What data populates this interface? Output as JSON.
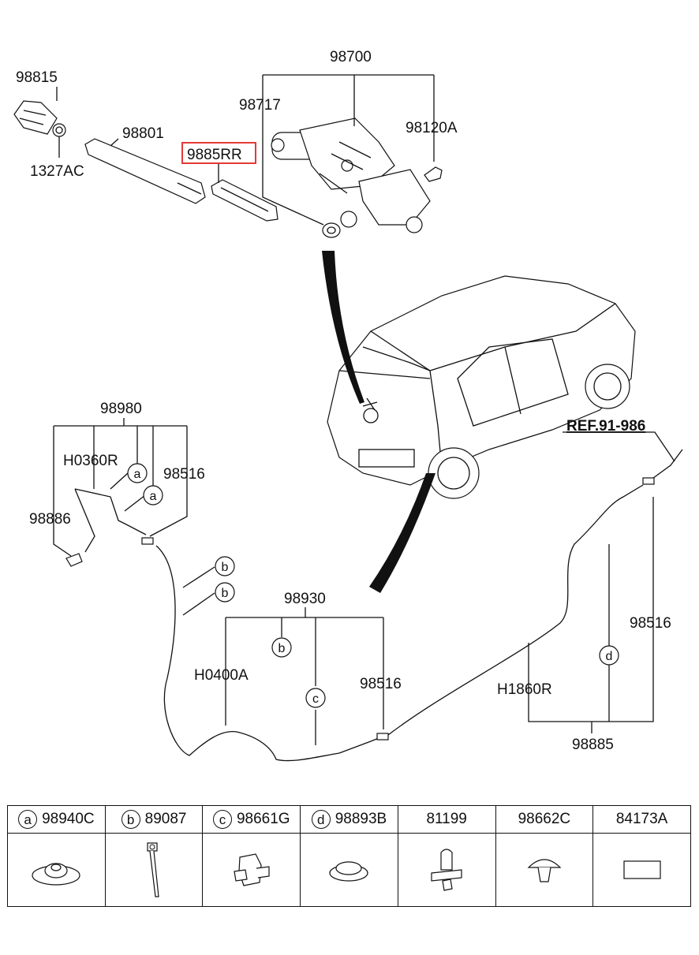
{
  "labels": {
    "p98700": "98700",
    "p98815": "98815",
    "p98717": "98717",
    "p98801": "98801",
    "p98120A": "98120A",
    "p9885RR": "9885RR",
    "p1327AC": "1327AC",
    "p98980": "98980",
    "pH0360R": "H0360R",
    "p98516a": "98516",
    "p98886": "98886",
    "p98930": "98930",
    "pH0400A": "H0400A",
    "p98516b": "98516",
    "pH1860R": "H1860R",
    "p98516c": "98516",
    "p98885": "98885",
    "ref": "REF.91-986"
  },
  "callouts": {
    "a": "a",
    "b": "b",
    "c": "c",
    "d": "d"
  },
  "legend": [
    {
      "letter": "a",
      "code": "98940C",
      "icon": "grommet-icon"
    },
    {
      "letter": "b",
      "code": "89087",
      "icon": "cable-tie-icon"
    },
    {
      "letter": "c",
      "code": "98661G",
      "icon": "hose-clip-icon"
    },
    {
      "letter": "d",
      "code": "98893B",
      "icon": "round-plug-icon"
    },
    {
      "letter": "",
      "code": "81199",
      "icon": "push-clip-icon"
    },
    {
      "letter": "",
      "code": "98662C",
      "icon": "mushroom-clip-icon"
    },
    {
      "letter": "",
      "code": "84173A",
      "icon": "rectangle-pad-icon"
    }
  ],
  "colors": {
    "highlight": "#e53935",
    "line": "#111111"
  }
}
